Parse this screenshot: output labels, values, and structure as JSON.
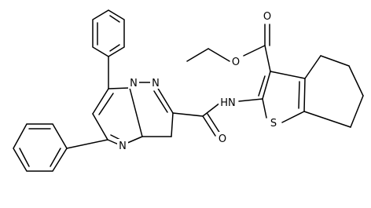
{
  "molecule": {
    "atoms": [
      {
        "id": "O_carbonyl",
        "label": "O"
      },
      {
        "id": "O_ester",
        "label": "O"
      },
      {
        "id": "NH",
        "label": "HN"
      },
      {
        "id": "S",
        "label": "S"
      },
      {
        "id": "N_pz1",
        "label": "N"
      },
      {
        "id": "N_pz2",
        "label": "N"
      },
      {
        "id": "N_pyr",
        "label": "N"
      },
      {
        "id": "O_amide",
        "label": "O"
      }
    ]
  }
}
